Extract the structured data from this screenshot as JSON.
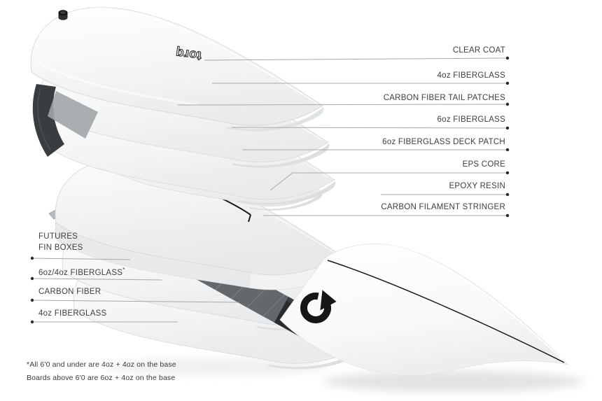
{
  "diagram": {
    "right_labels": [
      {
        "text": "CLEAR COAT"
      },
      {
        "text": "4oz FIBERGLASS"
      },
      {
        "text": "CARBON FIBER TAIL PATCHES"
      },
      {
        "text": "6oz FIBERGLASS"
      },
      {
        "text": "6oz FIBERGLASS DECK PATCH"
      },
      {
        "text": "EPS CORE"
      },
      {
        "text": "EPOXY RESIN"
      },
      {
        "text": "CARBON FILAMENT STRINGER"
      }
    ],
    "left_labels": {
      "fin_boxes_line1": "FUTURES",
      "fin_boxes_line2": "FIN BOXES",
      "fiberglass_64": "6oz/4oz FIBERGLASS",
      "fiberglass_64_sup": "*",
      "carbon_fiber": "CARBON FIBER",
      "fiberglass_4": "4oz FIBERGLASS"
    },
    "footnote": {
      "line1": "*All 6'0 and under are 4oz + 4oz on the base",
      "line2": "Boards above 6'0 are 6oz + 4oz on the base"
    },
    "brand": {
      "deck_logo_text": "torq"
    },
    "colors": {
      "background": "#ffffff",
      "label_text": "#3e3e3e",
      "leader_line": "#a8a8a8",
      "leader_dot": "#2b2b2b",
      "carbon_dark": "#2a2c2e",
      "carbon_gray": "#63686c",
      "board_white": "#ffffff",
      "stringer_black": "#161616"
    }
  }
}
